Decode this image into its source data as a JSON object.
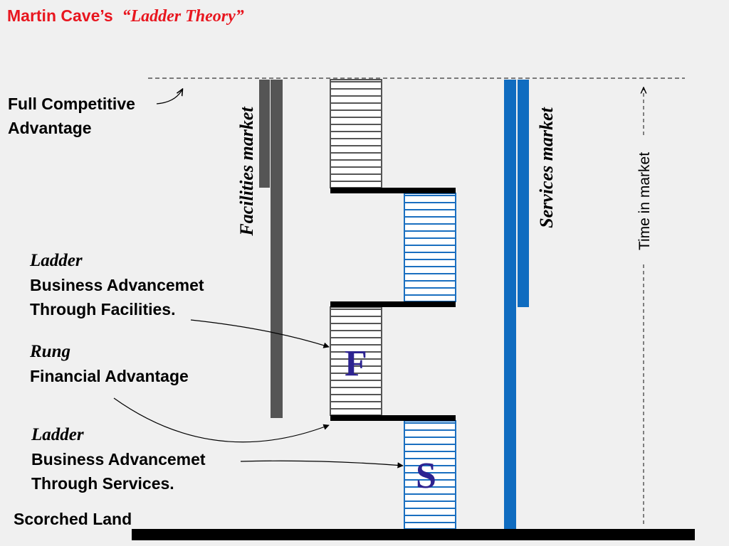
{
  "title": {
    "author": "Martin Cave’s",
    "theory": "“Ladder Theory”"
  },
  "labels": {
    "full_competitive_line1": "Full Competitive",
    "full_competitive_line2": "Advantage",
    "ladder_facilities_heading": "Ladder",
    "ladder_facilities_line1": "Business Advancemet",
    "ladder_facilities_line2": "Through Facilities.",
    "rung_heading": "Rung",
    "rung_line1": "Financial Advantage",
    "ladder_services_heading": "Ladder",
    "ladder_services_line1": "Business Advancemet",
    "ladder_services_line2": "Through Services.",
    "scorched_land": "Scorched Land",
    "facilities_market": "Facilities  market",
    "services_market": "Services market",
    "time_in_market": "Time in market",
    "letter_f": "F",
    "letter_s": "S"
  },
  "colors": {
    "title_red": "#e8161f",
    "facilities_gray": "#555555",
    "services_blue": "#0f6cc0",
    "letter_navy": "#2d2391",
    "hatch_blue": "#1a6fc0",
    "hatch_gray": "#555555"
  }
}
